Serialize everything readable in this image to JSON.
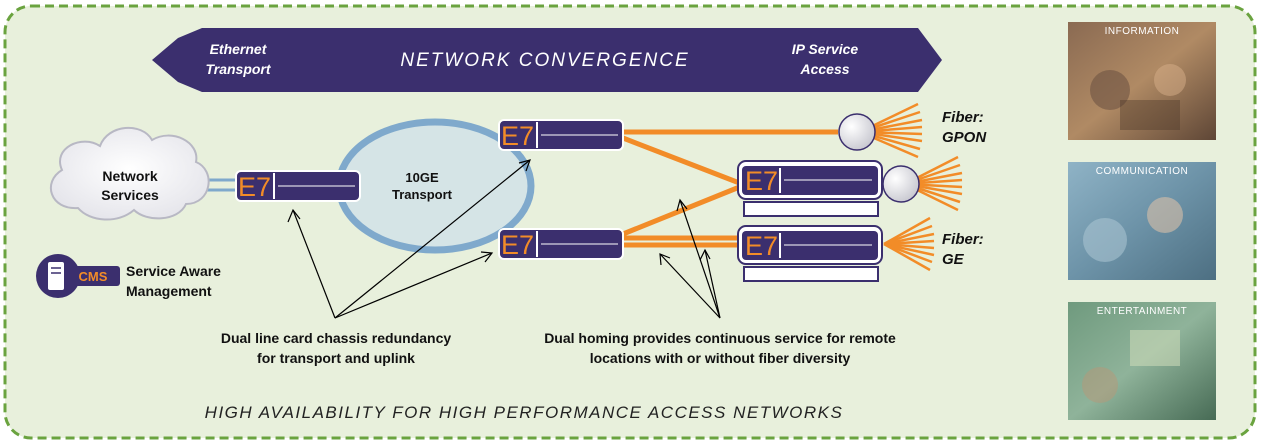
{
  "banner": {
    "left": [
      "Ethernet",
      "Transport"
    ],
    "center": "NETWORK CONVERGENCE",
    "right": [
      "IP Service",
      "Access"
    ]
  },
  "cloud_label": [
    "Network",
    "Services"
  ],
  "ring_label": [
    "10GE",
    "Transport"
  ],
  "node_label": "E7",
  "cms": {
    "icon_text": "CMS",
    "label": [
      "Service Aware",
      "Management"
    ]
  },
  "fiber_gpon": [
    "Fiber:",
    "GPON"
  ],
  "fiber_ge": [
    "Fiber:",
    "GE"
  ],
  "note_left": [
    "Dual line card chassis redundancy",
    "for transport and uplink"
  ],
  "note_right": [
    "Dual homing provides continuous service for remote",
    "locations with or without fiber diversity"
  ],
  "footer": "HIGH AVAILABILITY FOR HIGH PERFORMANCE ACCESS NETWORKS",
  "tiles": [
    "INFORMATION",
    "COMMUNICATION",
    "ENTERTAINMENT"
  ],
  "colors": {
    "background": "#e8f0dc",
    "border": "#6aa33f",
    "banner": "#3b2f6e",
    "node": "#3b2f6e",
    "accent": "#f28c28",
    "ring": "#7fa9cc"
  }
}
